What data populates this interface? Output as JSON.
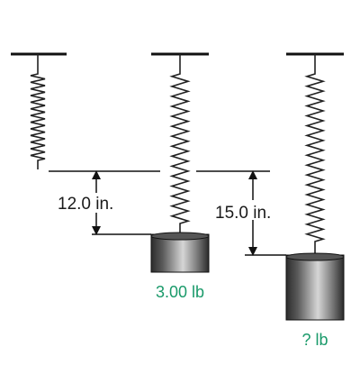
{
  "figure": {
    "dimension_1": "12.0 in.",
    "dimension_2": "15.0 in.",
    "weight_1": "3.00 lb",
    "weight_2": "? lb"
  },
  "colors": {
    "weight_label": "#1a9a6a",
    "line": "#111111"
  }
}
